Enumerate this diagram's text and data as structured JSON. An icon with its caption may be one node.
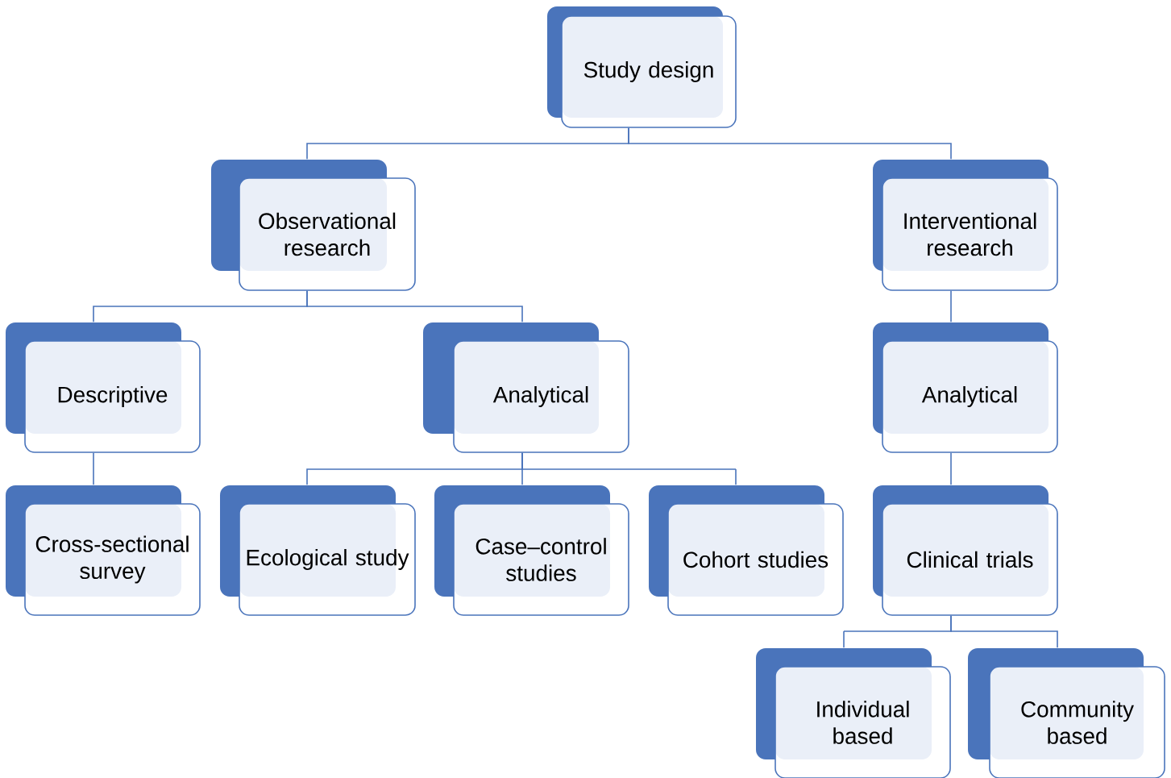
{
  "diagram": {
    "nodes": [
      {
        "text": [
          "Study design"
        ]
      },
      {
        "text": [
          "Observational research"
        ]
      },
      {
        "text": [
          "Interventional research"
        ]
      },
      {
        "text": [
          "Descriptive"
        ]
      },
      {
        "text": [
          "Analytical"
        ]
      },
      {
        "text": [
          "Analytical"
        ]
      },
      {
        "text": [
          "Cross-sectional survey"
        ]
      },
      {
        "text": [
          "Ecological study"
        ]
      },
      {
        "text": [
          "Case–control studies"
        ]
      },
      {
        "text": [
          "Cohort studies"
        ]
      },
      {
        "text": [
          "Clinical trials"
        ]
      },
      {
        "text": [
          "Individual based"
        ]
      },
      {
        "text": [
          "Community based"
        ]
      }
    ],
    "edges": [
      {
        "from": 0,
        "to": 1,
        "arrow": "none"
      },
      {
        "from": 0,
        "to": 2,
        "arrow": "none"
      },
      {
        "from": 1,
        "to": 3,
        "arrow": "none"
      },
      {
        "from": 1,
        "to": 4,
        "arrow": "none"
      },
      {
        "from": 2,
        "to": 5,
        "arrow": "none"
      },
      {
        "from": 3,
        "to": 6,
        "arrow": "none"
      },
      {
        "from": 4,
        "to": 7,
        "arrow": "none"
      },
      {
        "from": 4,
        "to": 8,
        "arrow": "none"
      },
      {
        "from": 4,
        "to": 9,
        "arrow": "none"
      },
      {
        "from": 5,
        "to": 10,
        "arrow": "none"
      },
      {
        "from": 10,
        "to": 11,
        "arrow": "none"
      },
      {
        "from": 10,
        "to": 12,
        "arrow": "none"
      }
    ]
  }
}
